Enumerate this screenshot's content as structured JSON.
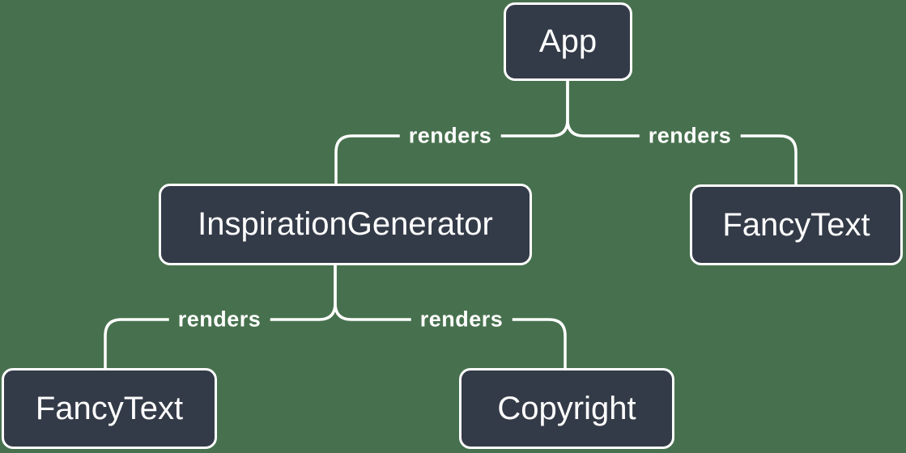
{
  "colors": {
    "background": "#47714e",
    "node_fill": "#343b48",
    "node_border": "#ffffff",
    "line": "#ffffff",
    "text": "#ffffff"
  },
  "diagram": {
    "type": "render-tree",
    "nodes": [
      {
        "id": "app",
        "label": "App"
      },
      {
        "id": "inspiration-generator",
        "label": "InspirationGenerator"
      },
      {
        "id": "fancy-text-right",
        "label": "FancyText"
      },
      {
        "id": "fancy-text-left",
        "label": "FancyText"
      },
      {
        "id": "copyright",
        "label": "Copyright"
      }
    ],
    "edges": [
      {
        "from": "App",
        "to": "InspirationGenerator",
        "label": "renders"
      },
      {
        "from": "App",
        "to": "FancyText",
        "label": "renders"
      },
      {
        "from": "InspirationGenerator",
        "to": "FancyText",
        "label": "renders"
      },
      {
        "from": "InspirationGenerator",
        "to": "Copyright",
        "label": "renders"
      }
    ]
  }
}
